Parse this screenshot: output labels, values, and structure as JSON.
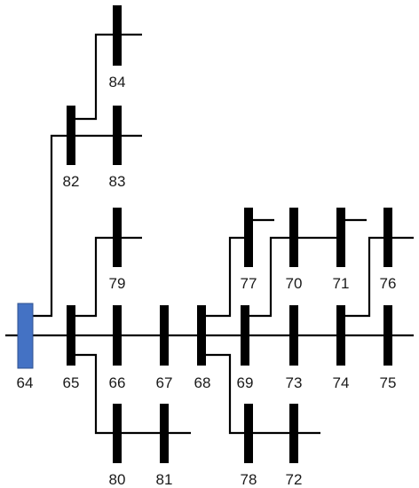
{
  "colors": {
    "line": "#000000",
    "bar": "#000000",
    "slack_bus": "#4472c4",
    "slack_bus_border": "#2f528f",
    "label": "#1a1a1a"
  },
  "buses": [
    {
      "id": "b64",
      "label": "64",
      "kind": "slack"
    },
    {
      "id": "b65",
      "label": "65",
      "kind": "bus"
    },
    {
      "id": "b66",
      "label": "66",
      "kind": "bus"
    },
    {
      "id": "b67",
      "label": "67",
      "kind": "bus"
    },
    {
      "id": "b68",
      "label": "68",
      "kind": "bus"
    },
    {
      "id": "b69",
      "label": "69",
      "kind": "bus"
    },
    {
      "id": "b73",
      "label": "73",
      "kind": "bus"
    },
    {
      "id": "b74",
      "label": "74",
      "kind": "bus"
    },
    {
      "id": "b75",
      "label": "75",
      "kind": "bus"
    },
    {
      "id": "b79",
      "label": "79",
      "kind": "bus"
    },
    {
      "id": "b82",
      "label": "82",
      "kind": "bus"
    },
    {
      "id": "b83",
      "label": "83",
      "kind": "bus"
    },
    {
      "id": "b84",
      "label": "84",
      "kind": "bus"
    },
    {
      "id": "b80",
      "label": "80",
      "kind": "bus"
    },
    {
      "id": "b81",
      "label": "81",
      "kind": "bus"
    },
    {
      "id": "b77",
      "label": "77",
      "kind": "bus"
    },
    {
      "id": "b70",
      "label": "70",
      "kind": "bus"
    },
    {
      "id": "b71",
      "label": "71",
      "kind": "bus"
    },
    {
      "id": "b76",
      "label": "76",
      "kind": "bus"
    },
    {
      "id": "b78",
      "label": "78",
      "kind": "bus"
    },
    {
      "id": "b72",
      "label": "72",
      "kind": "bus"
    }
  ],
  "connections": [
    {
      "id": "c-main-feeder",
      "buses": [
        "64",
        "65",
        "66",
        "67",
        "68",
        "69",
        "73",
        "74",
        "75"
      ]
    },
    {
      "id": "c-64-82",
      "buses": [
        "64",
        "82"
      ]
    },
    {
      "id": "c-82-83",
      "buses": [
        "82",
        "83"
      ]
    },
    {
      "id": "c-82-84",
      "buses": [
        "82",
        "84"
      ]
    },
    {
      "id": "c-65-79",
      "buses": [
        "65",
        "79"
      ]
    },
    {
      "id": "c-65-80",
      "buses": [
        "65",
        "80"
      ]
    },
    {
      "id": "c-80-81",
      "buses": [
        "80",
        "81"
      ]
    },
    {
      "id": "c-68-77",
      "buses": [
        "68",
        "77"
      ]
    },
    {
      "id": "c-68-78",
      "buses": [
        "68",
        "78"
      ]
    },
    {
      "id": "c-78-72",
      "buses": [
        "78",
        "72"
      ]
    },
    {
      "id": "c-69-70",
      "buses": [
        "69",
        "70"
      ]
    },
    {
      "id": "c-70-71",
      "buses": [
        "70",
        "71"
      ]
    },
    {
      "id": "c-74-76",
      "buses": [
        "74",
        "76"
      ]
    }
  ]
}
